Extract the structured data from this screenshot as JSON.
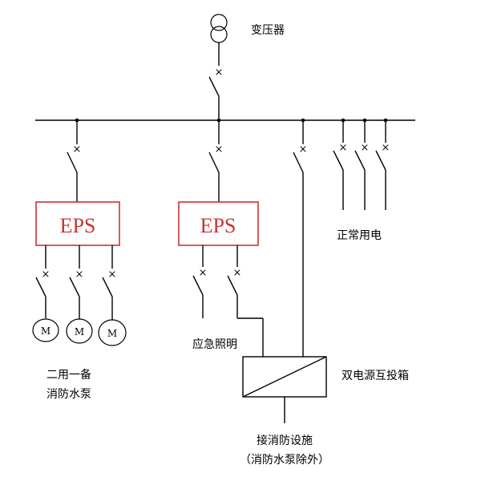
{
  "labels": {
    "transformer": "变压器",
    "normal_power": "正常用电",
    "emergency_lighting": "应急照明",
    "pumps_line1": "二用一备",
    "pumps_line2": "消防水泵",
    "ats": "双电源互投箱",
    "fire_line1": "接消防设施",
    "fire_line2": "（消防水泵除外）"
  },
  "eps_units": [
    {
      "label": "EPS"
    },
    {
      "label": "EPS"
    }
  ],
  "motors": [
    {
      "label": "M"
    },
    {
      "label": "M"
    },
    {
      "label": "M"
    }
  ],
  "colors": {
    "eps_border": "#cc3333",
    "eps_text": "#cc3333",
    "line": "#000000"
  }
}
